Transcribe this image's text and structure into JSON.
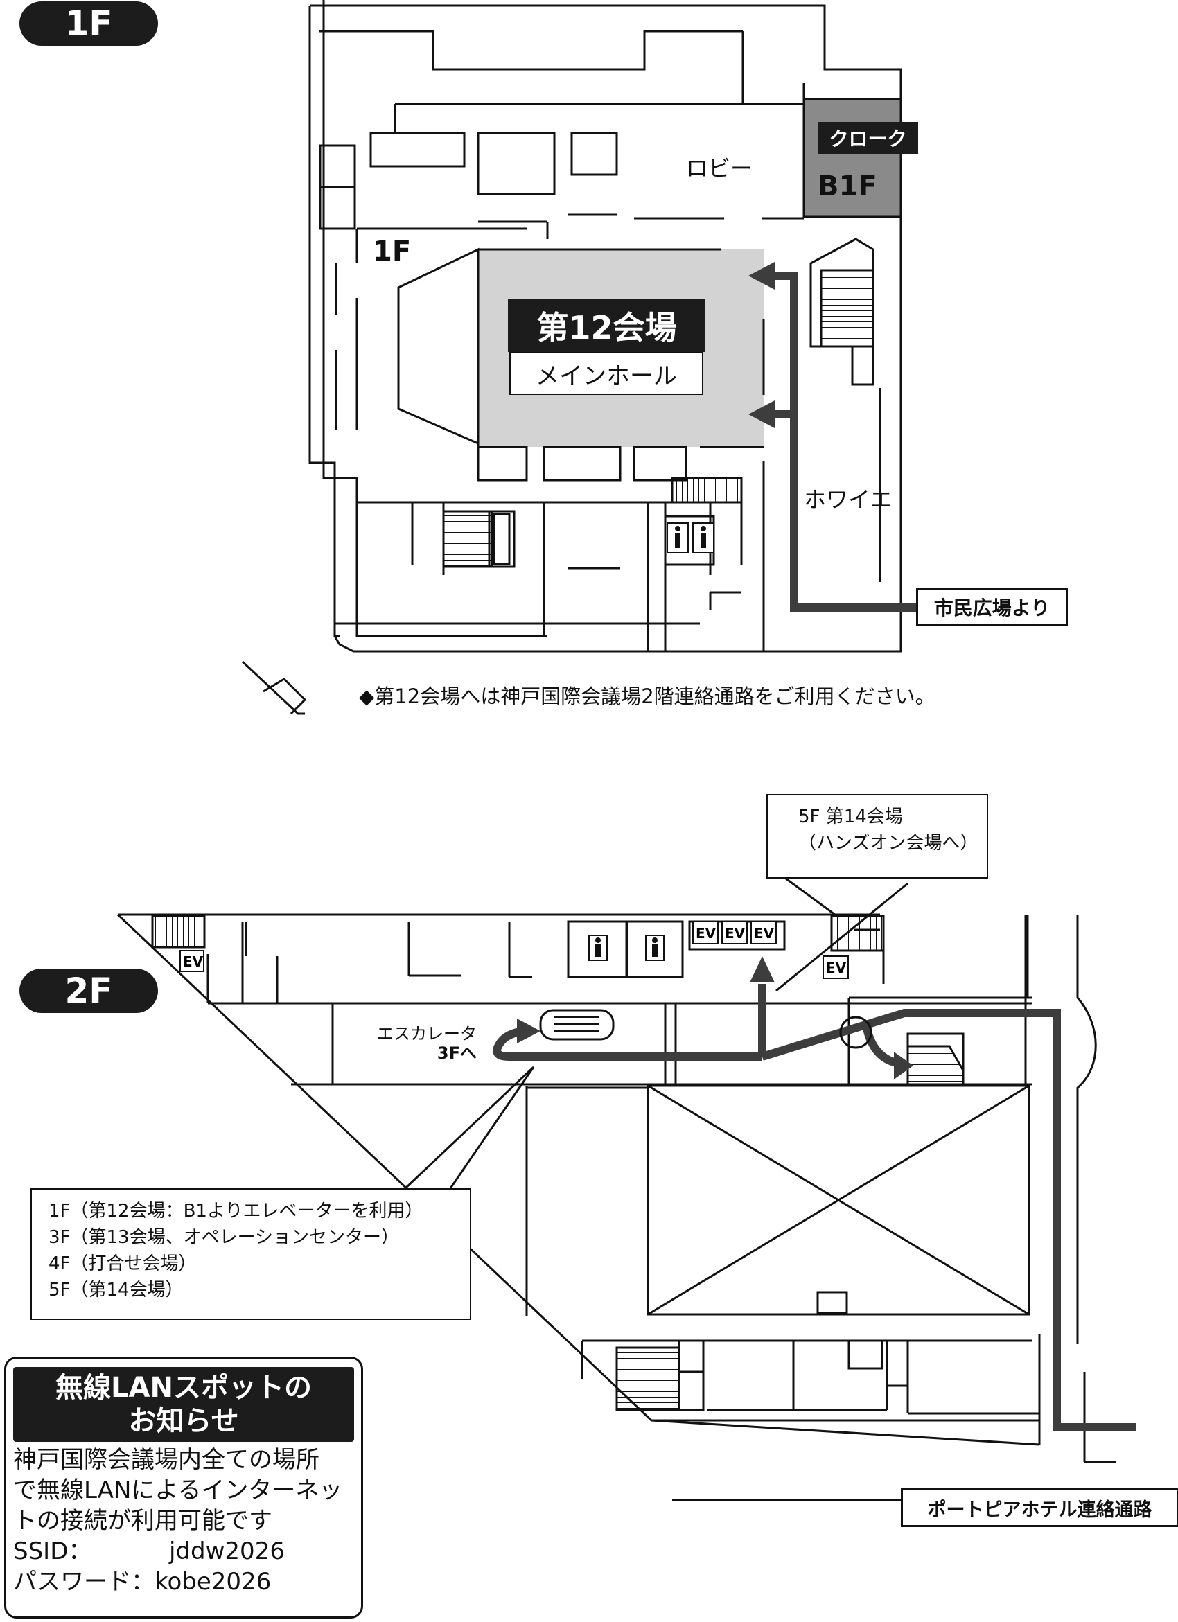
{
  "floors": {
    "first": {
      "badge": "1F",
      "floor_mark": "1F",
      "hall": {
        "name": "第12会場",
        "subtitle": "メインホール"
      },
      "rooms": {
        "lobby": "ロビー",
        "foyer": "ホワイエ"
      },
      "cloak": {
        "label": "クローク",
        "floor": "B1F"
      },
      "route_label": "市民広場より",
      "note": "◆第12会場へは神戸国際会議場2階連絡通路をご利用ください。"
    },
    "second": {
      "badge": "2F",
      "escalator": {
        "line1": "エスカレータ",
        "line2": "3Fへ"
      },
      "ev_label": "EV",
      "callout_top": [
        "5F 第14会場",
        "（ハンズオン会場へ）"
      ],
      "callout_bottom": [
        "1F（第12会場：B1よりエレベーターを利用）",
        "3F（第13会場、オペレーションセンター）",
        "4F（打合せ会場）",
        "5F（第14会場）"
      ],
      "route_label": "ポートピアホテル連絡通路"
    }
  },
  "wifi": {
    "title_line1": "無線LANスポットの",
    "title_line2": "お知らせ",
    "body": [
      "神戸国際会議場内全ての場所",
      "で無線LANによるインターネッ",
      "トの接続が利用可能です"
    ],
    "ssid_label": "SSID：",
    "ssid": "jddw2026",
    "password_label": "パスワード：",
    "password": "kobe2026"
  },
  "colors": {
    "ink": "#111111",
    "hall_fill": "#d3d3d3",
    "cloak_fill": "#8a8a8a",
    "route": "#3d3d3d"
  },
  "icons": [
    "restroom-icon",
    "elevator-icon",
    "escalator-icon",
    "stairs-icon",
    "route-arrow-icon"
  ]
}
